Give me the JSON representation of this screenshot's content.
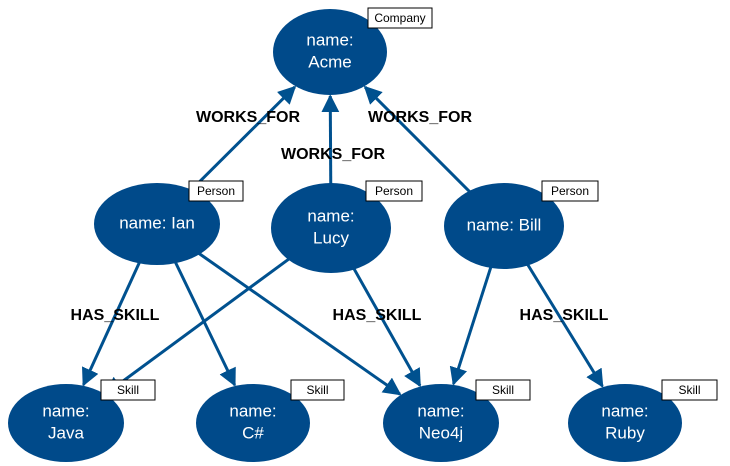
{
  "colors": {
    "node_fill": "#004a8a",
    "edge_stroke": "#00518f",
    "node_text": "#ffffff",
    "label_border": "#000000",
    "label_bg": "#ffffff",
    "rel_text": "#000000"
  },
  "nodes": [
    {
      "id": "acme",
      "lines": [
        "name:",
        "Acme"
      ],
      "label": "Company"
    },
    {
      "id": "ian",
      "lines": [
        "name: Ian"
      ],
      "label": "Person"
    },
    {
      "id": "lucy",
      "lines": [
        "name:",
        "Lucy"
      ],
      "label": "Person"
    },
    {
      "id": "bill",
      "lines": [
        "name: Bill"
      ],
      "label": "Person"
    },
    {
      "id": "java",
      "lines": [
        "name:",
        "Java"
      ],
      "label": "Skill"
    },
    {
      "id": "csharp",
      "lines": [
        "name:",
        "C#"
      ],
      "label": "Skill"
    },
    {
      "id": "neo4j",
      "lines": [
        "name:",
        "Neo4j"
      ],
      "label": "Skill"
    },
    {
      "id": "ruby",
      "lines": [
        "name:",
        "Ruby"
      ],
      "label": "Skill"
    }
  ],
  "edges": [
    {
      "from": "ian",
      "to": "acme",
      "type": "WORKS_FOR"
    },
    {
      "from": "lucy",
      "to": "acme",
      "type": "WORKS_FOR"
    },
    {
      "from": "bill",
      "to": "acme",
      "type": "WORKS_FOR"
    },
    {
      "from": "ian",
      "to": "java",
      "type": "HAS_SKILL"
    },
    {
      "from": "ian",
      "to": "csharp",
      "type": "HAS_SKILL"
    },
    {
      "from": "ian",
      "to": "neo4j",
      "type": "HAS_SKILL"
    },
    {
      "from": "lucy",
      "to": "java",
      "type": "HAS_SKILL"
    },
    {
      "from": "lucy",
      "to": "neo4j",
      "type": "HAS_SKILL"
    },
    {
      "from": "bill",
      "to": "neo4j",
      "type": "HAS_SKILL"
    },
    {
      "from": "bill",
      "to": "ruby",
      "type": "HAS_SKILL"
    }
  ],
  "relationship_labels": [
    {
      "id": "rel-works-for-ian",
      "text": "WORKS_FOR"
    },
    {
      "id": "rel-works-for-lucy",
      "text": "WORKS_FOR"
    },
    {
      "id": "rel-works-for-bill",
      "text": "WORKS_FOR"
    },
    {
      "id": "rel-has-skill-ian",
      "text": "HAS_SKILL"
    },
    {
      "id": "rel-has-skill-lucy",
      "text": "HAS_SKILL"
    },
    {
      "id": "rel-has-skill-bill",
      "text": "HAS_SKILL"
    }
  ]
}
